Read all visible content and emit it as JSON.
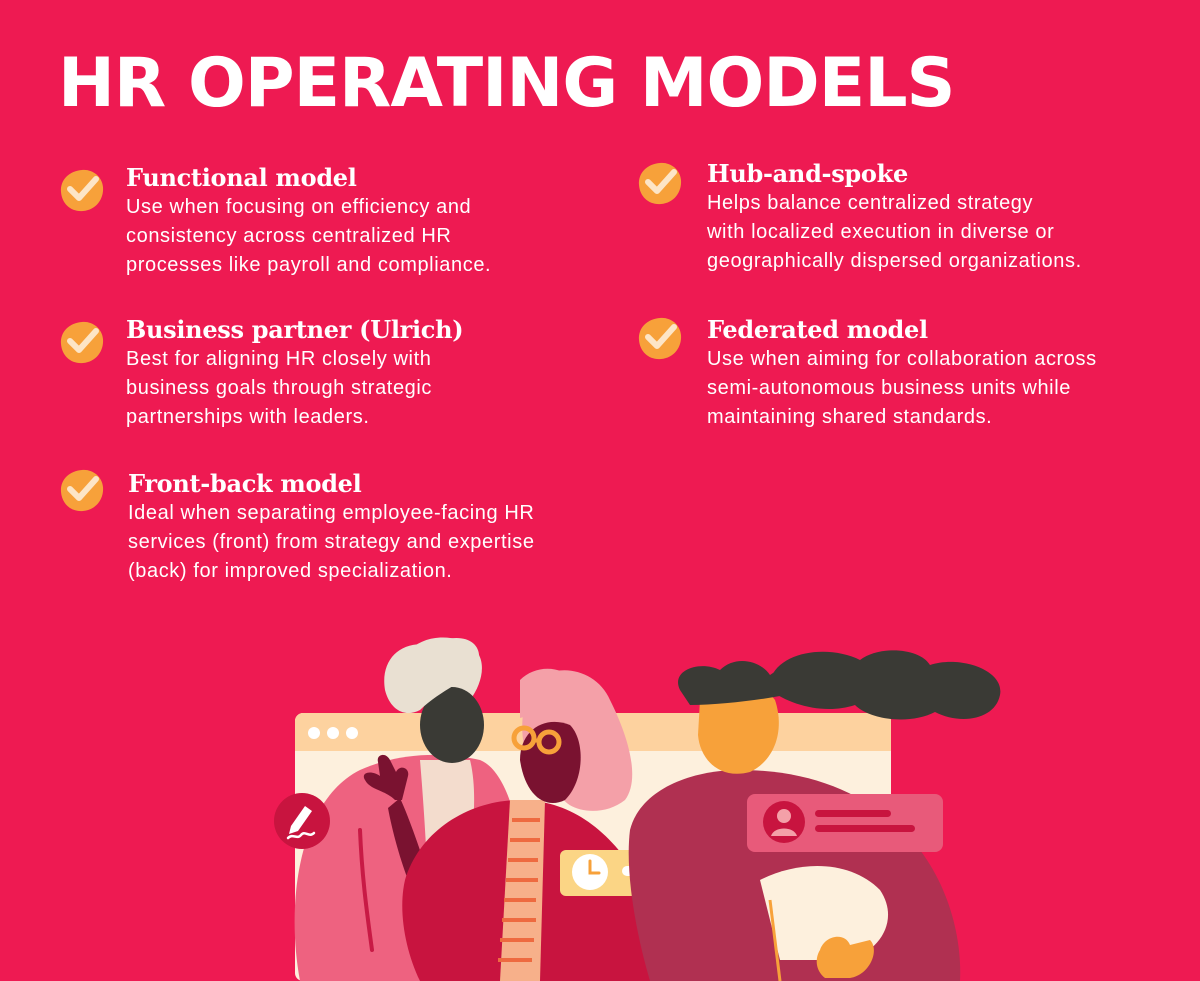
{
  "title": "HR OPERATING MODELS",
  "colors": {
    "background": "#ee1a52",
    "check_fill": "#f7a13a",
    "check_mark": "#fde5c6",
    "text": "#ffffff"
  },
  "models": [
    {
      "heading": "Functional model",
      "body": "Use when focusing on efficiency and\nconsistency across centralized HR\nprocesses like payroll and compliance.",
      "icon": "check-badge-icon"
    },
    {
      "heading": "Business partner (Ulrich)",
      "body": "Best for aligning HR closely with\nbusiness goals through strategic\npartnerships with leaders.",
      "icon": "check-badge-icon"
    },
    {
      "heading": "Front-back model",
      "body": "Ideal when separating employee-facing HR\nservices (front) from strategy and expertise\n(back) for improved specialization.",
      "icon": "check-badge-icon"
    },
    {
      "heading": "Hub-and-spoke",
      "body": "Helps balance centralized strategy\nwith localized execution in diverse or\ngeographically dispersed organizations.",
      "icon": "check-badge-icon"
    },
    {
      "heading": "Federated model",
      "body": "Use when aiming for collaboration across\nsemi-autonomous business units while\nmaintaining shared standards.",
      "icon": "check-badge-icon"
    }
  ],
  "illustration": {
    "icons": [
      "pen-signature-icon",
      "clock-icon",
      "user-profile-icon"
    ]
  }
}
